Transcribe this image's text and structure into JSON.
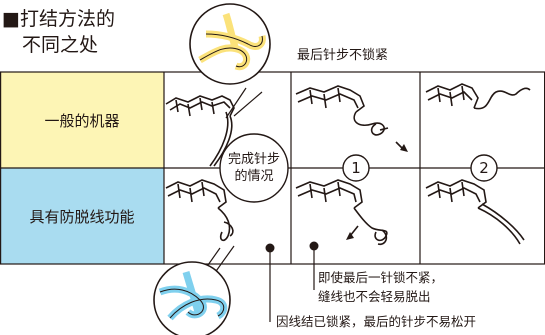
{
  "title_line1": "■打结方法的",
  "title_line2": "不同之处",
  "top_note": "最后针步不锁紧",
  "rows": {
    "general": "一般的机器",
    "anti_ravel": "具有防脱线功能"
  },
  "bubble": {
    "line1": "完成针步",
    "line2": "的情况"
  },
  "step1": "1",
  "step2": "2",
  "note_anti_line1": "即使最后一针锁不紧，",
  "note_anti_line2": "缝线也不会轻易脱出",
  "note_bottom": "因线结已锁紧，最后的针步不易松开",
  "colors": {
    "yellow_row": "#fdf5b5",
    "blue_row": "#a9dcf0",
    "thread_yellow": "#fbe27a",
    "thread_blue": "#7fd0ee",
    "line": "#231815"
  }
}
